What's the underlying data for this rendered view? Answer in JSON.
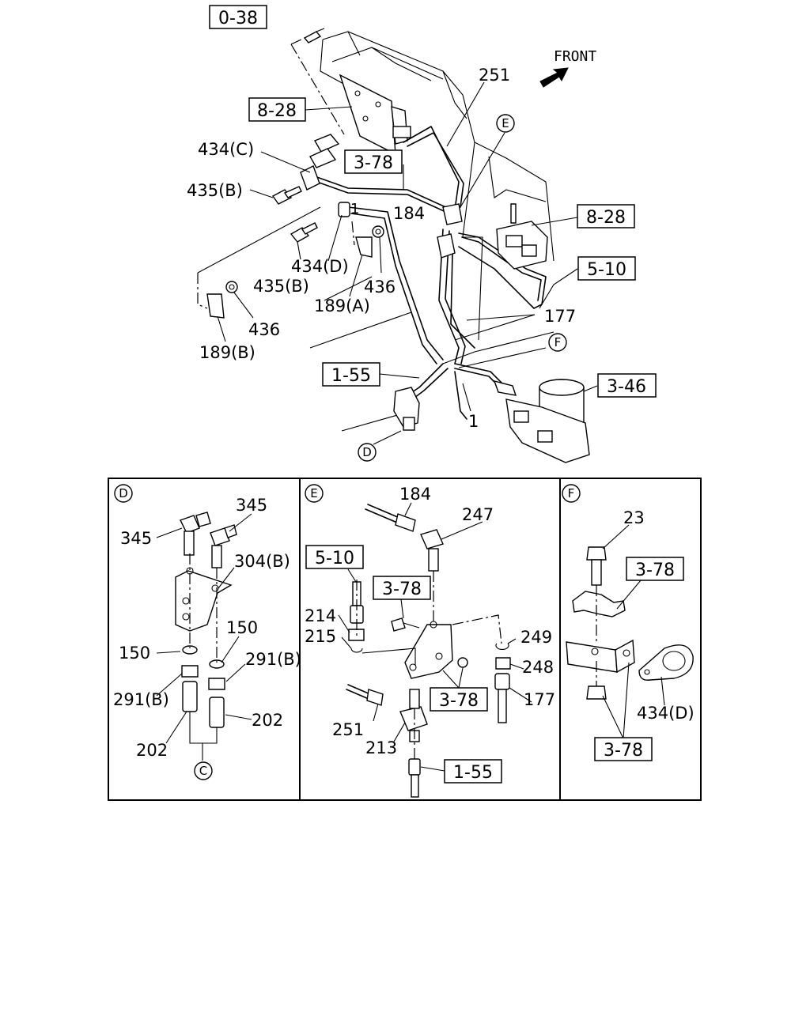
{
  "front_label": "FRONT",
  "ref_boxes": {
    "r_0_38": "0-38",
    "r_8_28_a": "8-28",
    "r_3_78_main": "3-78",
    "r_8_28_b": "8-28",
    "r_5_10_main": "5-10",
    "r_1_55_main": "1-55",
    "r_3_46": "3-46",
    "r_5_10_e": "5-10",
    "r_3_78_e1": "3-78",
    "r_3_78_e2": "3-78",
    "r_1_55_e": "1-55",
    "r_3_78_f1": "3-78",
    "r_3_78_f2": "3-78"
  },
  "labels": {
    "l_251": "251",
    "l_434c": "434(C)",
    "l_435b_1": "435(B)",
    "l_184": "184",
    "l_1_top": "1",
    "l_434d": "434(D)",
    "l_435b_2": "435(B)",
    "l_436_1": "436",
    "l_189a": "189(A)",
    "l_436_2": "436",
    "l_189b": "189(B)",
    "l_177": "177",
    "l_1_bottom": "1",
    "d_345_a": "345",
    "d_345_b": "345",
    "d_304b": "304(B)",
    "d_150_a": "150",
    "d_150_b": "150",
    "d_291b_a": "291(B)",
    "d_291b_b": "291(B)",
    "d_202_a": "202",
    "d_202_b": "202",
    "e_184": "184",
    "e_247": "247",
    "e_214": "214",
    "e_215": "215",
    "e_249": "249",
    "e_248": "248",
    "e_177": "177",
    "e_251": "251",
    "e_213": "213",
    "f_23": "23",
    "f_434d": "434(D)"
  },
  "callouts": {
    "c_E_main": "E",
    "c_F_main": "F",
    "c_D_main": "D",
    "c_D_panel": "D",
    "c_E_panel": "E",
    "c_F_panel": "F",
    "c_C": "C"
  }
}
